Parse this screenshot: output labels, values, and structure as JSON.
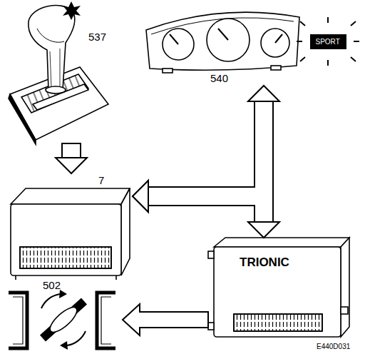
{
  "diagram": {
    "nodes": [
      {
        "text": [
          "537"
        ]
      },
      {
        "text": [
          "540"
        ]
      },
      {
        "text": [
          "SPORT"
        ]
      },
      {
        "text": [
          "7",
          "502"
        ]
      },
      {
        "text": [
          "TRIONIC"
        ]
      }
    ],
    "edges": [
      {
        "from": 0,
        "to": 3,
        "arrow": "to"
      },
      {
        "from": 1,
        "to": 4,
        "arrow": "both"
      },
      {
        "from": 1,
        "to": 3,
        "arrow": "to"
      },
      {
        "from": 4,
        "to": 3,
        "arrow": "to"
      }
    ],
    "labels": [
      "E440D031"
    ]
  }
}
